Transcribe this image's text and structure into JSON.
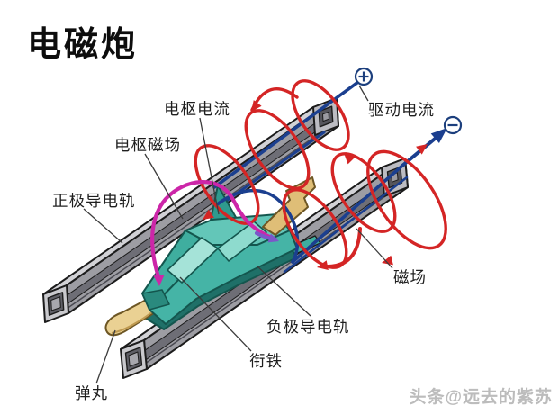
{
  "title": "电磁炮",
  "watermark": "头条@远去的紫苏",
  "terminals": {
    "positive": "+",
    "negative": "−"
  },
  "labels": {
    "armature_current": "电枢电流",
    "armature_field": "电枢磁场",
    "positive_rail": "正极导电轨",
    "drive_current": "驱动电流",
    "magnetic_field": "磁场",
    "negative_rail": "负极导电轨",
    "armature": "衔铁",
    "projectile": "弹丸"
  },
  "icons": {
    "positive_terminal": "plus-in-circle",
    "negative_terminal": "minus-in-circle",
    "field_loops": "red-circular-arrows",
    "armature_field_loop": "magenta-circular-arrow",
    "current_arrow": "blue-arrow"
  },
  "colors": {
    "background": "#ffffff",
    "rail_top": "#d0d0d4",
    "rail_side": "#9d9da3",
    "rail_face": "#c9c9cd",
    "rail_channel": "#6e6e76",
    "outline": "#1c1c1c",
    "armature_teal": "#3fae9f",
    "armature_light": "#9adfd4",
    "projectile_tan": "#ead193",
    "field_red": "#d42525",
    "armature_field_magenta": "#cc26a8",
    "current_navy": "#1b3f8f",
    "label_text": "#1f1f1f",
    "watermark_gray": "#bcbcbc"
  }
}
